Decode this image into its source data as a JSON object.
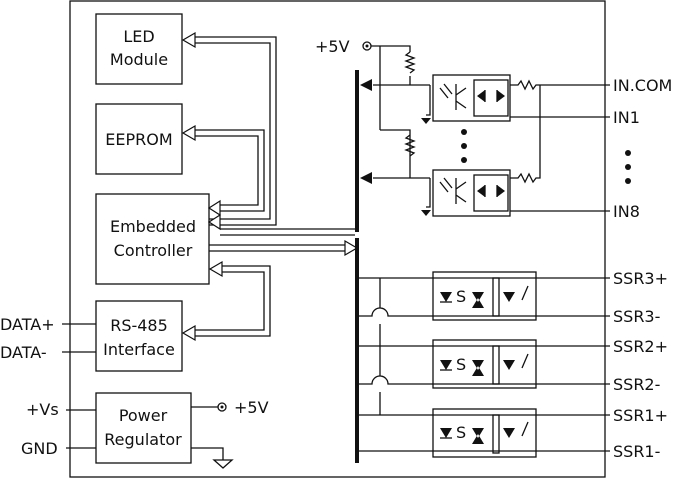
{
  "blocks": {
    "led": [
      "LED",
      "Module"
    ],
    "eeprom": "EEPROM",
    "controller": [
      "Embedded",
      "Controller"
    ],
    "rs485": [
      "RS-485",
      "Interface"
    ],
    "power": [
      "Power",
      "Regulator"
    ]
  },
  "external_labels": {
    "data_plus": "DATA+",
    "data_minus": "DATA-",
    "vs": "+Vs",
    "gnd": "GND",
    "vcc_top": "+5V",
    "vcc_power": "+5V"
  },
  "inputs": {
    "com": "IN.COM",
    "first": "IN1",
    "last": "IN8"
  },
  "outputs": [
    "SSR3+",
    "SSR3-",
    "SSR2+",
    "SSR2-",
    "SSR1+",
    "SSR1-"
  ],
  "ssr_symbol": "S"
}
